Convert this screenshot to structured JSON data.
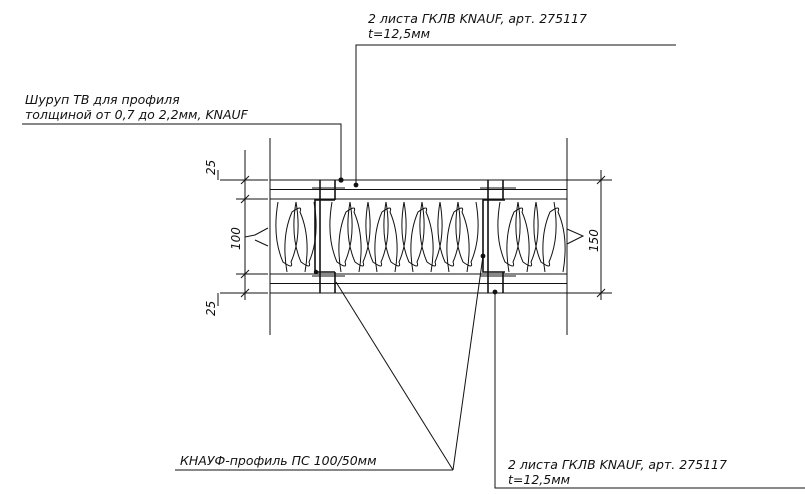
{
  "labels": {
    "top_sheets_line1": "2 листа ГКЛВ KNAUF, арт. 275117",
    "top_sheets_line2": "t=12,5мм",
    "screw_line1": "Шуруп ТВ для профиля",
    "screw_line2": "толщиной от 0,7 до 2,2мм, KNAUF",
    "profile": "КНАУФ-профиль ПС 100/50мм",
    "bottom_sheets_line1": "2 листа ГКЛВ KNAUF, арт. 275117",
    "bottom_sheets_line2": "t=12,5мм"
  },
  "dimensions": {
    "top_board": "25",
    "core": "100",
    "bottom_board": "25",
    "total": "150"
  }
}
